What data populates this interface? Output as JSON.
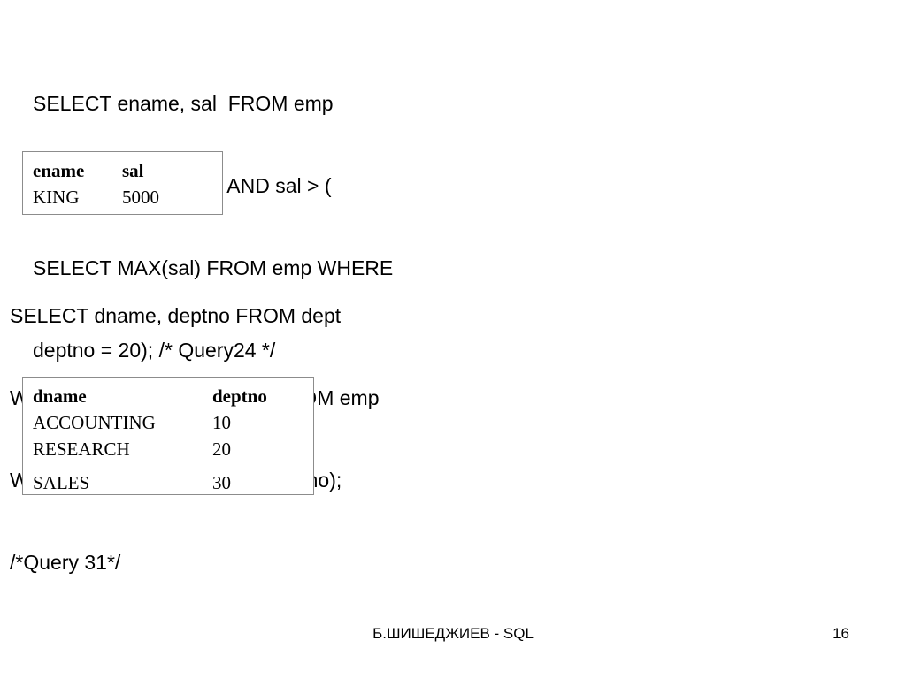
{
  "query1": {
    "lines": [
      "SELECT ename, sal  FROM emp",
      "WHERE deptno = 10 AND sal > (",
      "SELECT MAX(sal) FROM emp WHERE",
      "deptno = 20); /* Query24 */"
    ]
  },
  "result1": {
    "headers": [
      "ename",
      "sal"
    ],
    "rows": [
      [
        "KING",
        "5000"
      ]
    ]
  },
  "query2": {
    "lines": [
      "SELECT dname, deptno FROM dept",
      "WHERE EXISTS (SELECT * FROM emp",
      "WHERE dept.deptno = emp.deptno);",
      "/*Query 31*/"
    ]
  },
  "result2": {
    "headers": [
      "dname",
      "deptno"
    ],
    "rows": [
      [
        "ACCOUNTING",
        "10"
      ],
      [
        "RESEARCH",
        "20"
      ],
      [
        "SALES",
        "30"
      ]
    ]
  },
  "footer": {
    "title": "Б.ШИШЕДЖИЕВ - SQL",
    "page_number": "16"
  }
}
